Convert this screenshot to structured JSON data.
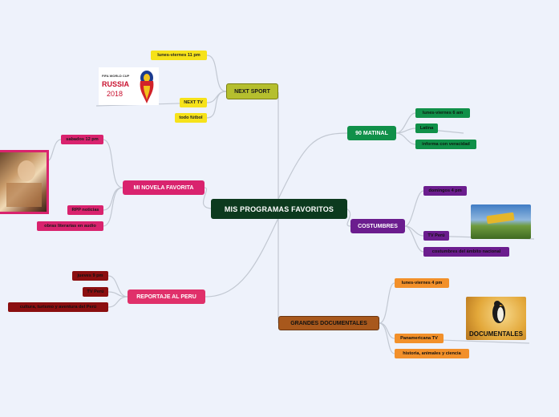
{
  "central": "MIS PROGRAMAS FAVORITOS",
  "colors": {
    "next_sport": "#b5bf2e",
    "next_sport_leaf": "#f6e21a",
    "novela": "#d9236e",
    "matinal": "#109049",
    "costumbres": "#6b1d8e",
    "reportaje": "#e0306a",
    "reportaje_leaf": "#8b0f10",
    "documentales": "#a8581c",
    "documentales_leaf": "#f2902a",
    "line": "#c2c8d2"
  },
  "branches": {
    "next_sport": {
      "label": "NEXT SPORT",
      "leaves": [
        "lunes-viernes 11 pm",
        "NEXT TV",
        "todo fútbol"
      ]
    },
    "novela": {
      "label": "MI NOVELA FAVORITA",
      "leaves": [
        "sabados 12 pm",
        "RPP noticias",
        "obras literarias en audio"
      ]
    },
    "matinal": {
      "label": "90 MATINAL",
      "leaves": [
        "lunes-viernes 6 am",
        "Latina",
        "informa con veracidad"
      ]
    },
    "costumbres": {
      "label": "COSTUMBRES",
      "leaves": [
        "domingos 4 pm",
        "TV Perú",
        "costumbres del ámbito nacional"
      ]
    },
    "reportaje": {
      "label": "REPORTAJE AL PERU",
      "leaves": [
        "jueves 9 pm",
        "TV Perú",
        "cultura, turismo y aventura del Perú"
      ]
    },
    "documentales": {
      "label": "GRANDES DOCUMENTALES",
      "leaves": [
        "lunes-viernes 4 pm",
        "Panamericana TV",
        "historia, animales y ciencia"
      ]
    }
  },
  "images": {
    "fifa": {
      "title": "FIFA WORLD CUP",
      "line1": "RUSSIA",
      "line2": "2018"
    },
    "documentales": {
      "caption": "DOCUMENTALES"
    }
  }
}
